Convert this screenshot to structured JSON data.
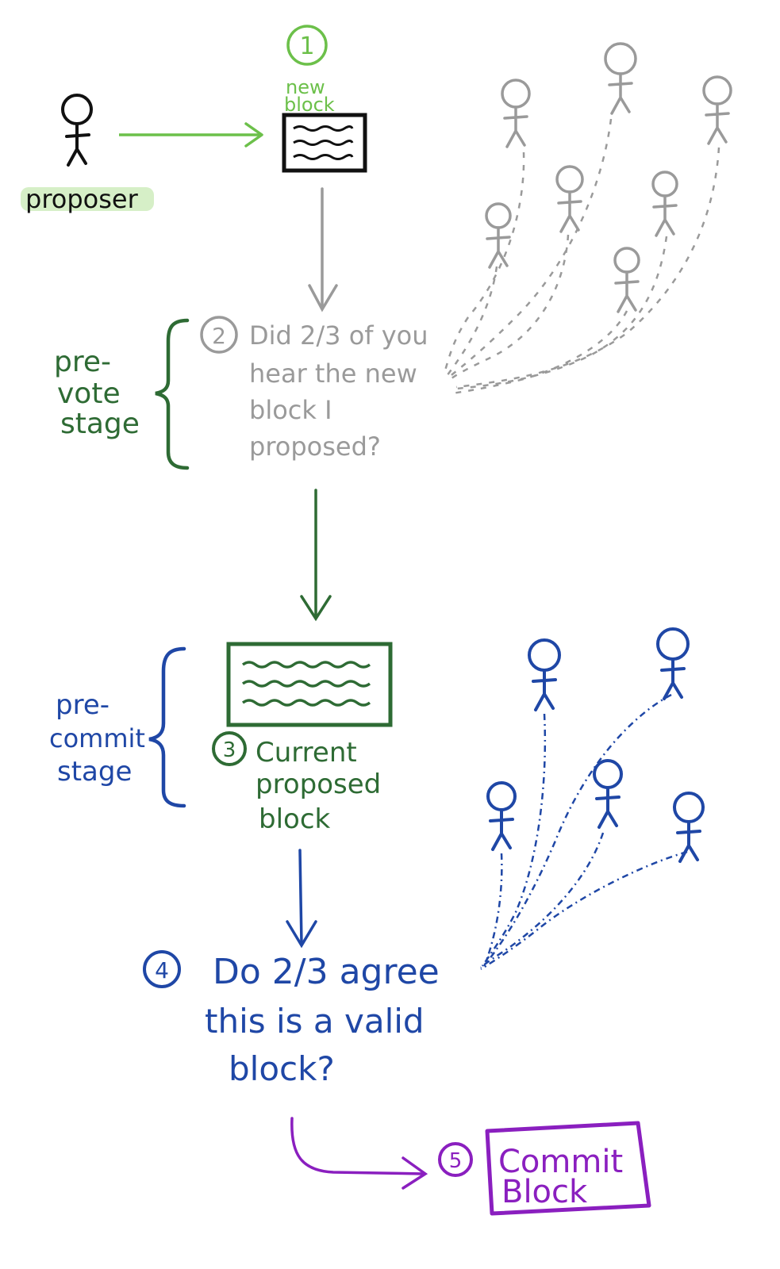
{
  "colors": {
    "light_green": "#6cc04a",
    "dark_green": "#2e6b34",
    "gray": "#9a9a9a",
    "blue": "#1f47a6",
    "purple": "#8a1fbf",
    "black": "#111111",
    "highlight": "#d6efc7"
  },
  "proposer": {
    "label": "proposer"
  },
  "step1": {
    "number": "1",
    "line1": "new",
    "line2": "block"
  },
  "step2": {
    "number": "2",
    "lines": [
      "Did 2/3 of you",
      "hear the new",
      "block I",
      "proposed?"
    ]
  },
  "prevote": {
    "lines": [
      "pre-",
      "vote",
      "stage"
    ]
  },
  "step3": {
    "number": "3",
    "lines": [
      "Current",
      "proposed",
      "block"
    ]
  },
  "precommit": {
    "lines": [
      "pre-",
      "commit",
      "stage"
    ]
  },
  "step4": {
    "number": "4",
    "lines": [
      "Do 2/3 agree",
      "this is a valid",
      "block?"
    ]
  },
  "step5": {
    "number": "5",
    "lines": [
      "Commit",
      "Block"
    ]
  }
}
